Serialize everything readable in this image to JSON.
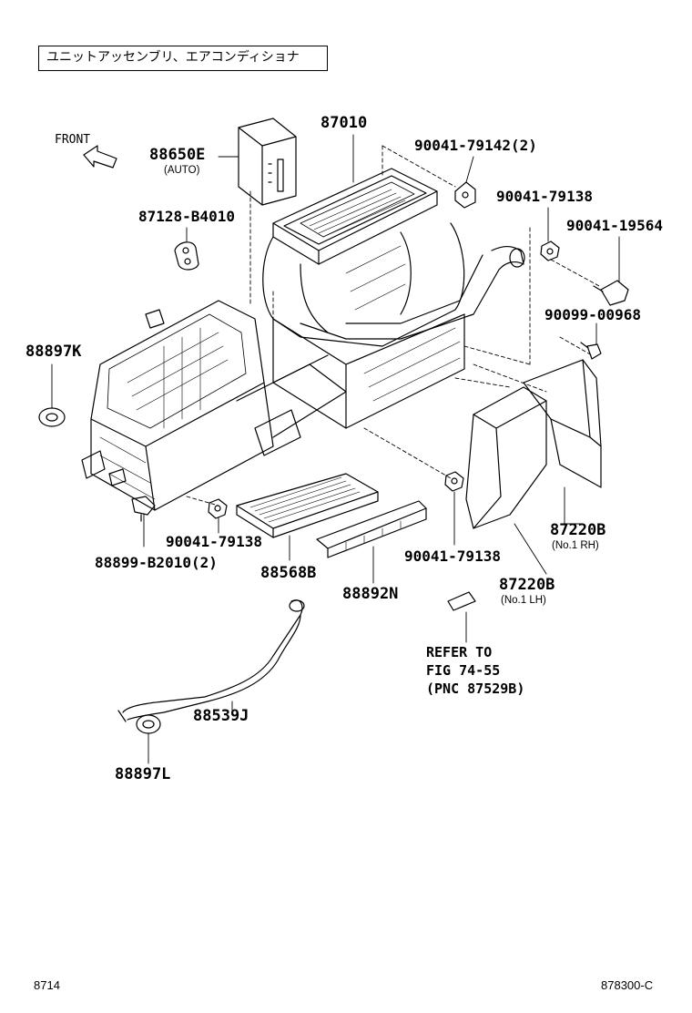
{
  "title": "ユニットアッセンブリ、エアコンディショナ",
  "front_label": "FRONT",
  "parts": {
    "p87010": "87010",
    "p88650e": "88650E",
    "p88650e_note": "(AUTO)",
    "p87128": "87128-B4010",
    "p90041_79142": "90041-79142(2)",
    "p90041_79138_a": "90041-79138",
    "p90041_19564": "90041-19564",
    "p90099": "90099-00968",
    "p88897k": "88897K",
    "p90041_79138_b": "90041-79138",
    "p88899": "88899-B2010(2)",
    "p88568b": "88568B",
    "p88892n": "88892N",
    "p90041_79138_c": "90041-79138",
    "p87220b_rh": "87220B",
    "p87220b_rh_note": "(No.1 RH)",
    "p87220b_lh": "87220B",
    "p87220b_lh_note": "(No.1 LH)",
    "p88539j": "88539J",
    "p88897l": "88897L"
  },
  "reference": {
    "line1": "REFER TO",
    "line2": "FIG 74-55",
    "line3": "(PNC 87529B)"
  },
  "footer": {
    "left": "8714",
    "right": "878300-C"
  }
}
